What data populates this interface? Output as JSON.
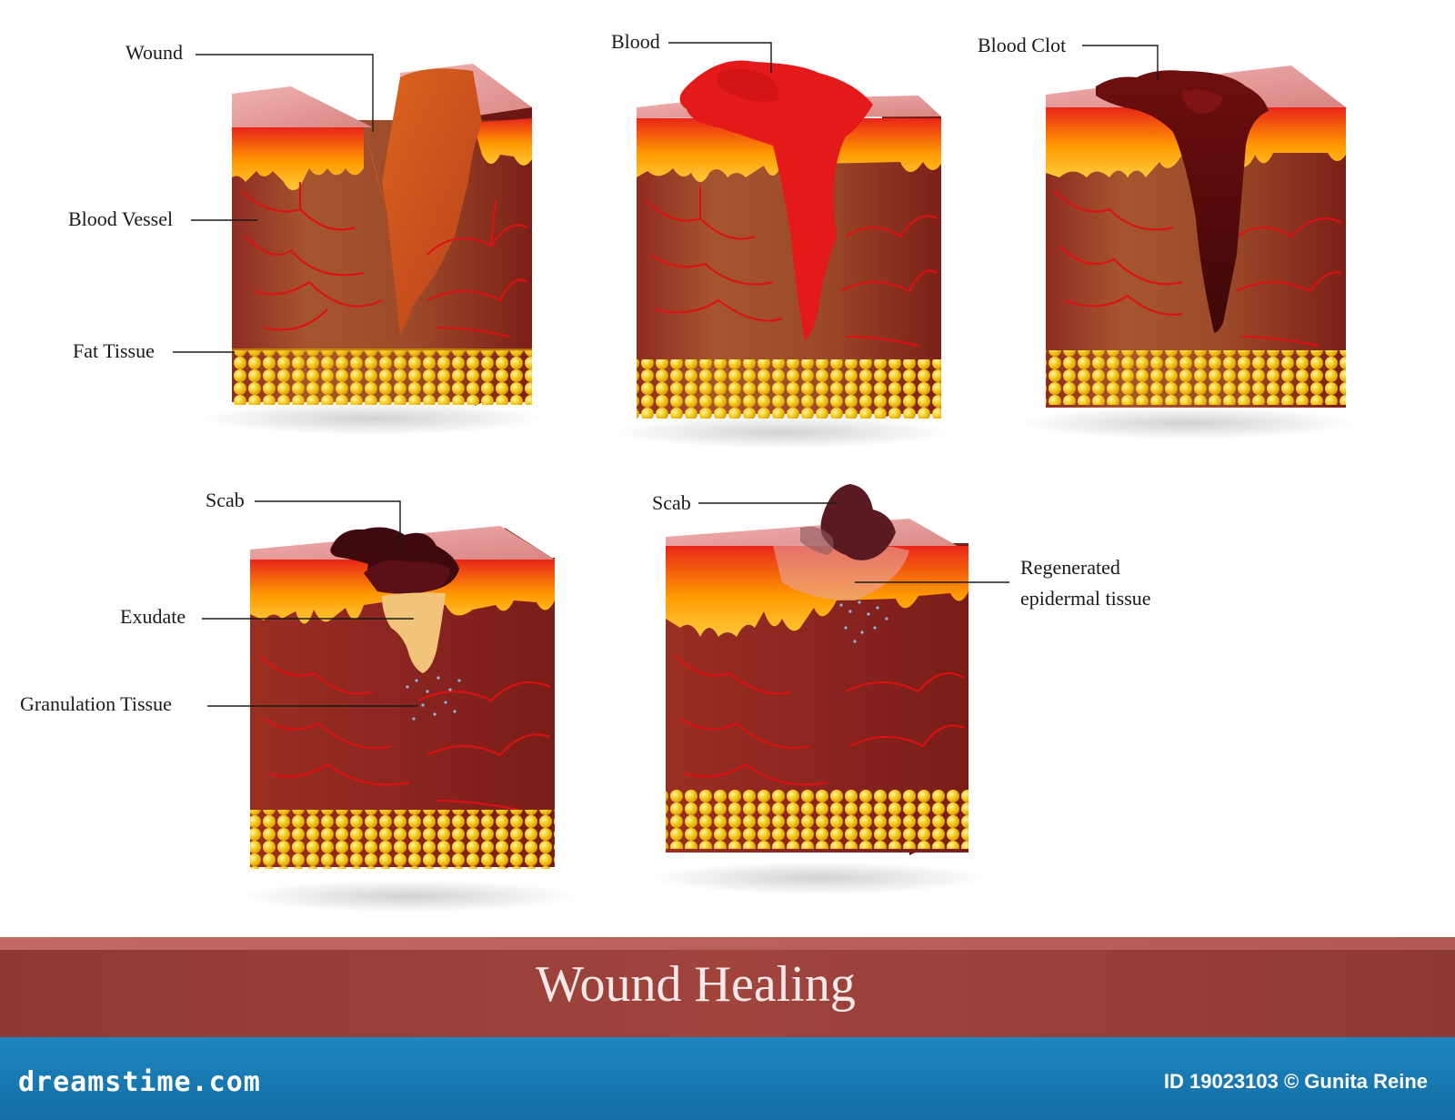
{
  "stages": [
    {
      "id": "stage-1",
      "labels": [
        "Wound",
        "Blood Vessel",
        "Fat Tissue"
      ]
    },
    {
      "id": "stage-2",
      "labels": [
        "Blood"
      ]
    },
    {
      "id": "stage-3",
      "labels": [
        "Blood Clot"
      ]
    },
    {
      "id": "stage-4",
      "labels": [
        "Scab",
        "Exudate",
        "Granulation Tissue"
      ]
    },
    {
      "id": "stage-5",
      "labels": [
        "Scab",
        "Regenerated epidermal tissue"
      ]
    }
  ],
  "labels": {
    "wound": "Wound",
    "blood_vessel": "Blood Vessel",
    "fat_tissue": "Fat Tissue",
    "blood": "Blood",
    "blood_clot": "Blood Clot",
    "scab_1": "Scab",
    "exudate": "Exudate",
    "granulation_tissue": "Granulation Tissue",
    "scab_2": "Scab",
    "regenerated_line1": "Regenerated",
    "regenerated_line2": "epidermal tissue"
  },
  "title": "Wound Healing",
  "footer": {
    "brand": "dreamstime.com",
    "id_text": "ID 19023103 © Gunita Reine"
  },
  "colors": {
    "skin_top": "#e9a0a0",
    "dermis": "#8a2b23",
    "dermis_side": "#9e3a20",
    "epidermis": "#ff8a00",
    "fat": "#f7c81a",
    "blood": "#e81c1c",
    "clot": "#5e0d0d",
    "scab": "#4a0b10",
    "exudate": "#f3c173",
    "title_band": "#9a3f38",
    "footer": "#1a7db5"
  }
}
